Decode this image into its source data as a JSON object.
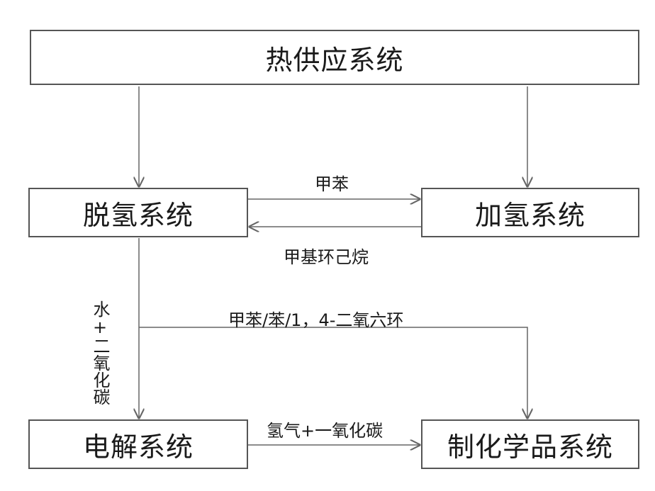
{
  "boxes": {
    "heat_supply": "热供应系统",
    "dehydrogenation": "脱氢系统",
    "hydrogenation": "加氢系统",
    "electrolysis": "电解系统",
    "chemicals": "制化学品系统"
  },
  "labels": {
    "toluene": "甲苯",
    "methylcyclohexane": "甲基环己烷",
    "products": "甲苯/苯/1，4-二氧六环",
    "water_co2": "水+二氧化碳",
    "syngas": "氢气+一氧化碳"
  },
  "colors": {
    "line": "#666666",
    "border": "#555555"
  }
}
